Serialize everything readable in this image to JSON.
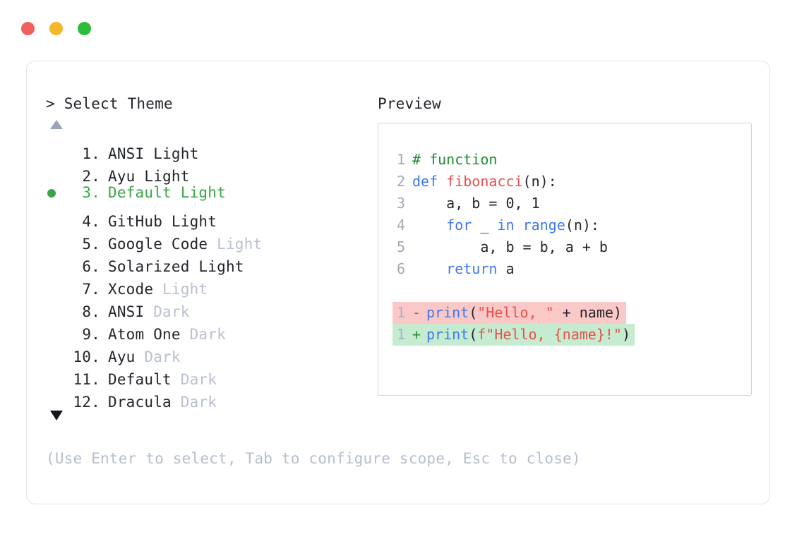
{
  "window": {
    "dots": [
      {
        "name": "close",
        "color": "#f0605c"
      },
      {
        "name": "minimize",
        "color": "#f5b62a"
      },
      {
        "name": "maximize",
        "color": "#2bbd3a"
      }
    ]
  },
  "selector": {
    "prompt_caret": ">",
    "prompt_title": "Select Theme",
    "scroll_up_icon": "triangle-up",
    "scroll_down_icon": "triangle-down",
    "selected_index": 3,
    "selected_bullet": "●",
    "accent_color": "#3aa548",
    "dim_color": "#b9c0cf",
    "items": [
      {
        "index": "1.",
        "label": "ANSI",
        "suffix": "Light",
        "suffix_dim": false,
        "selected": false
      },
      {
        "index": "2.",
        "label": "Ayu",
        "suffix": "Light",
        "suffix_dim": false,
        "selected": false
      },
      {
        "index": "3.",
        "label": "Default",
        "suffix": "Light",
        "suffix_dim": false,
        "selected": true
      },
      {
        "index": "4.",
        "label": "GitHub",
        "suffix": "Light",
        "suffix_dim": false,
        "selected": false
      },
      {
        "index": "5.",
        "label": "Google Code",
        "suffix": "Light",
        "suffix_dim": true,
        "selected": false
      },
      {
        "index": "6.",
        "label": "Solarized",
        "suffix": "Light",
        "suffix_dim": false,
        "selected": false
      },
      {
        "index": "7.",
        "label": "Xcode",
        "suffix": "Light",
        "suffix_dim": true,
        "selected": false
      },
      {
        "index": "8.",
        "label": "ANSI",
        "suffix": "Dark",
        "suffix_dim": true,
        "selected": false
      },
      {
        "index": "9.",
        "label": "Atom One",
        "suffix": "Dark",
        "suffix_dim": true,
        "selected": false
      },
      {
        "index": "10.",
        "label": "Ayu",
        "suffix": "Dark",
        "suffix_dim": true,
        "selected": false
      },
      {
        "index": "11.",
        "label": "Default",
        "suffix": "Dark",
        "suffix_dim": true,
        "selected": false
      },
      {
        "index": "12.",
        "label": "Dracula",
        "suffix": "Dark",
        "suffix_dim": true,
        "selected": false
      }
    ]
  },
  "preview": {
    "heading": "Preview",
    "code_lines": [
      {
        "n": "1",
        "tokens": [
          {
            "t": "# function",
            "c": "comment"
          }
        ]
      },
      {
        "n": "2",
        "tokens": [
          {
            "t": "def ",
            "c": "keyword"
          },
          {
            "t": "fibonacci",
            "c": "func"
          },
          {
            "t": "(n):",
            "c": "plain"
          }
        ]
      },
      {
        "n": "3",
        "tokens": [
          {
            "t": "    a, b = 0, 1",
            "c": "plain"
          }
        ]
      },
      {
        "n": "4",
        "tokens": [
          {
            "t": "    ",
            "c": "plain"
          },
          {
            "t": "for",
            "c": "keyword"
          },
          {
            "t": " _ ",
            "c": "plain"
          },
          {
            "t": "in",
            "c": "keyword"
          },
          {
            "t": " ",
            "c": "plain"
          },
          {
            "t": "range",
            "c": "builtin"
          },
          {
            "t": "(n):",
            "c": "plain"
          }
        ]
      },
      {
        "n": "5",
        "tokens": [
          {
            "t": "        a, b = b, a + b",
            "c": "plain"
          }
        ]
      },
      {
        "n": "6",
        "tokens": [
          {
            "t": "    ",
            "c": "plain"
          },
          {
            "t": "return",
            "c": "keyword"
          },
          {
            "t": " a",
            "c": "plain"
          }
        ]
      }
    ],
    "diff_lines": [
      {
        "n": "1",
        "kind": "removed",
        "marker": "-",
        "bg": "#fbc8c8",
        "tokens": [
          {
            "t": "print",
            "c": "builtin"
          },
          {
            "t": "(",
            "c": "plain"
          },
          {
            "t": "\"Hello, \"",
            "c": "string"
          },
          {
            "t": " + name)",
            "c": "plain"
          }
        ]
      },
      {
        "n": "1",
        "kind": "added",
        "marker": "+",
        "bg": "#c5ebd0",
        "tokens": [
          {
            "t": "print",
            "c": "builtin"
          },
          {
            "t": "(",
            "c": "plain"
          },
          {
            "t": "f\"Hello, {name}!\"",
            "c": "string"
          },
          {
            "t": ")",
            "c": "plain"
          }
        ]
      }
    ]
  },
  "footer": {
    "hint": "(Use Enter to select, Tab to configure scope, Esc to close)"
  }
}
